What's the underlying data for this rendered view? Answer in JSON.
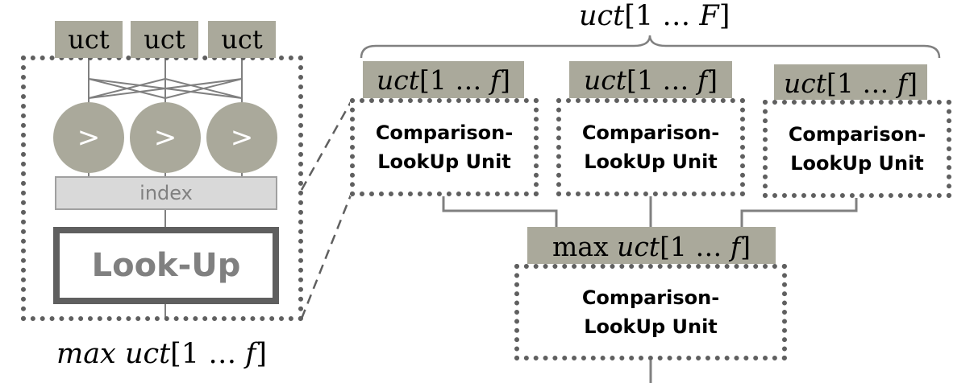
{
  "left_module": {
    "input_tags": [
      "uct",
      "uct",
      "uct"
    ],
    "comparator_symbol": ">",
    "index_label": "index",
    "lookup_label": "Look-Up",
    "output": {
      "prefix": "max",
      "var": "uct",
      "range": "[1 … ",
      "end_var": "f",
      "close": "]"
    }
  },
  "right_module": {
    "top_bracket": {
      "var": "uct",
      "range": "[1 … ",
      "end_var": "F",
      "close": "]"
    },
    "inputs": [
      {
        "var": "uct",
        "range": "[1 … ",
        "end_var": "f",
        "close": "]"
      },
      {
        "var": "uct",
        "range": "[1 … ",
        "end_var": "f",
        "close": "]"
      },
      {
        "var": "uct",
        "range": "[1 … ",
        "end_var": "f",
        "close": "]"
      }
    ],
    "units": [
      {
        "line1": "Comparison-",
        "line2": "LookUp Unit"
      },
      {
        "line1": "Comparison-",
        "line2": "LookUp Unit"
      },
      {
        "line1": "Comparison-",
        "line2": "LookUp Unit"
      }
    ],
    "merge_tag": {
      "prefix": "max",
      "var": "uct",
      "range": "[1 … ",
      "end_var": "f",
      "close": "]"
    },
    "final_unit": {
      "line1": "Comparison-",
      "line2": "LookUp Unit"
    }
  },
  "colors": {
    "tag_fill": "#aaa99b",
    "dotted_border": "#5f5f5f",
    "wire": "#808080",
    "index_fill": "#d9d9d9",
    "lookup_text": "#808080"
  }
}
